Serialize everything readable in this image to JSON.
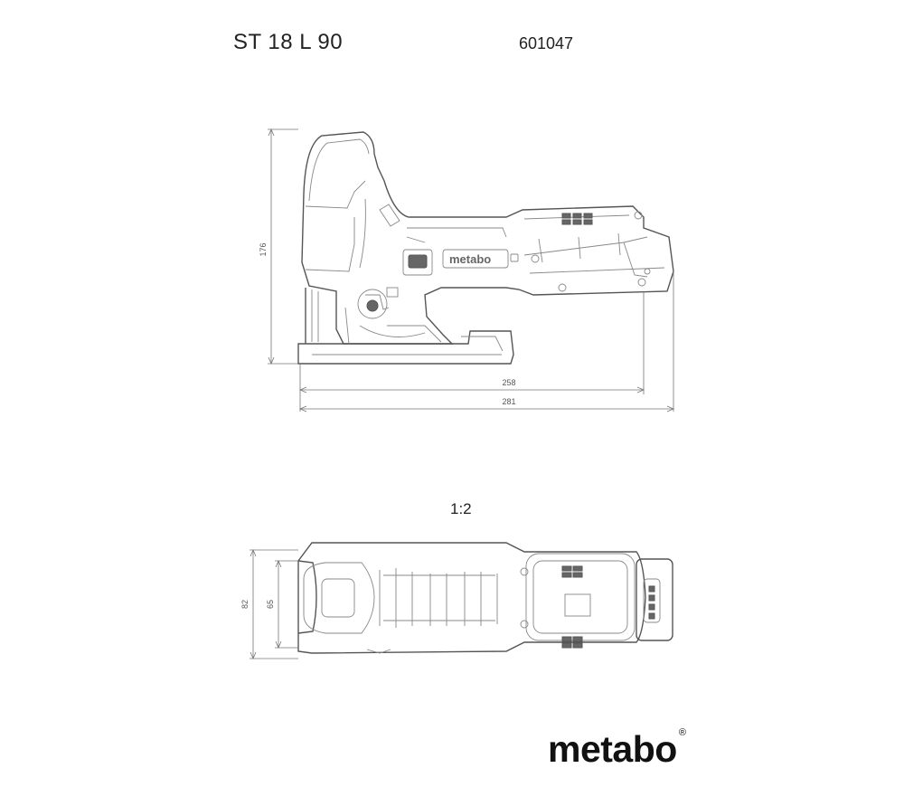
{
  "header": {
    "model": "ST 18 L 90",
    "article_number": "601047"
  },
  "dimensions": {
    "height": "176",
    "length_tool": "258",
    "length_total": "281",
    "width_outer": "82",
    "width_inner": "65"
  },
  "scale": "1:2",
  "tool_marking": "metabo",
  "brand": {
    "name": "metabo",
    "registered": "®"
  }
}
